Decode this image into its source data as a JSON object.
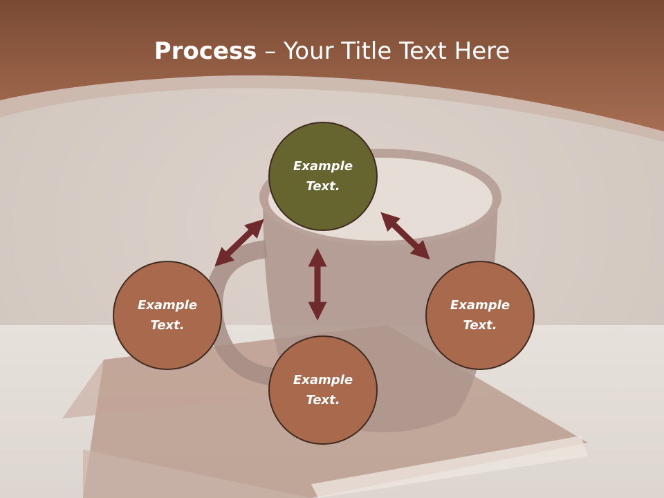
{
  "slide": {
    "title_bold": "Process",
    "title_rest": " – Your Title Text Here"
  },
  "nodes": {
    "top": {
      "line1": "Example",
      "line2": "Text."
    },
    "left": {
      "line1": "Example",
      "line2": "Text."
    },
    "bottom": {
      "line1": "Example",
      "line2": "Text."
    },
    "right": {
      "line1": "Example",
      "line2": "Text."
    }
  },
  "colors": {
    "header": "#9e5c3f",
    "accent_circle": "#66652f",
    "circle": "#a8694c",
    "arrow": "#6e2a2c"
  }
}
